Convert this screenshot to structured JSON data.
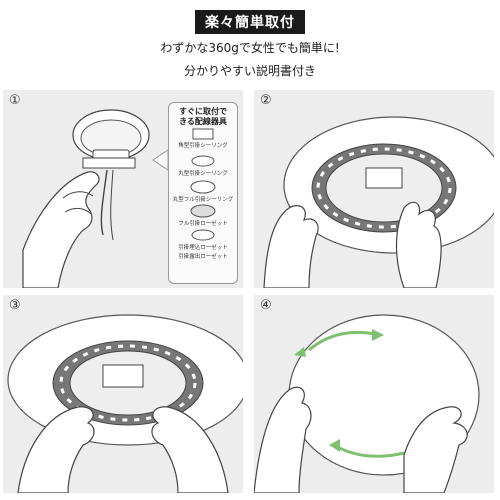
{
  "header": {
    "title": "楽々簡単取付",
    "line1": "わずかな360gで女性でも簡単に!",
    "line2": "分かりやすい説明書付き"
  },
  "steps": [
    {
      "number": "①"
    },
    {
      "number": "②"
    },
    {
      "number": "③"
    },
    {
      "number": "④"
    }
  ],
  "parts_box": {
    "heading_line1": "すぐに取付で",
    "heading_line2": "きる配線器具",
    "items": [
      "角型引掛シーリング",
      "丸型引掛シーリング",
      "丸型フル引掛シーリング",
      "フル引掛ローゼット",
      "引掛埋込ローゼット",
      "引掛露出ローゼット"
    ]
  },
  "colors": {
    "panel_bg": "#ededed",
    "title_bg": "#1a1a1a",
    "arrow_green": "#7ec070",
    "ring_dark": "#777777"
  }
}
